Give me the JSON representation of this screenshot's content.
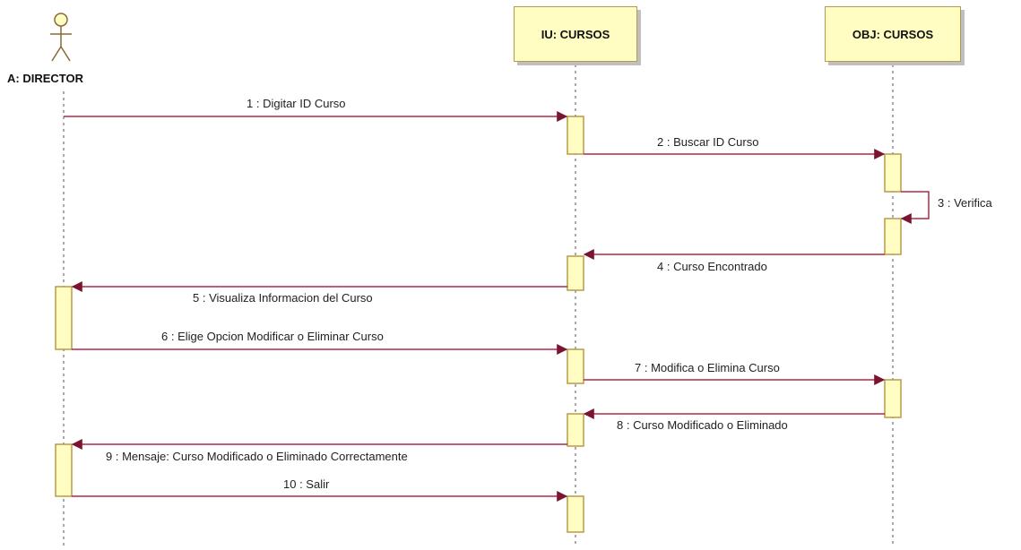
{
  "actor": {
    "label": "A: DIRECTOR"
  },
  "lifelines": [
    {
      "label": "IU: CURSOS"
    },
    {
      "label": "OBJ: CURSOS"
    }
  ],
  "messages": [
    "1 : Digitar ID Curso",
    "2 : Buscar ID Curso",
    "3 : Verifica",
    "4 : Curso Encontrado",
    "5 : Visualiza Informacion del Curso",
    "6 : Elige Opcion Modificar o Eliminar Curso",
    "7 : Modifica o Elimina Curso",
    "8 : Curso Modificado o Eliminado",
    "9 : Mensaje: Curso Modificado o Eliminado Correctamente",
    "10 : Salir"
  ],
  "colors": {
    "message_line": "#b0284a",
    "activation_fill": "#fffdc2",
    "activation_border": "#b89a4a",
    "lifeline": "#555555"
  }
}
